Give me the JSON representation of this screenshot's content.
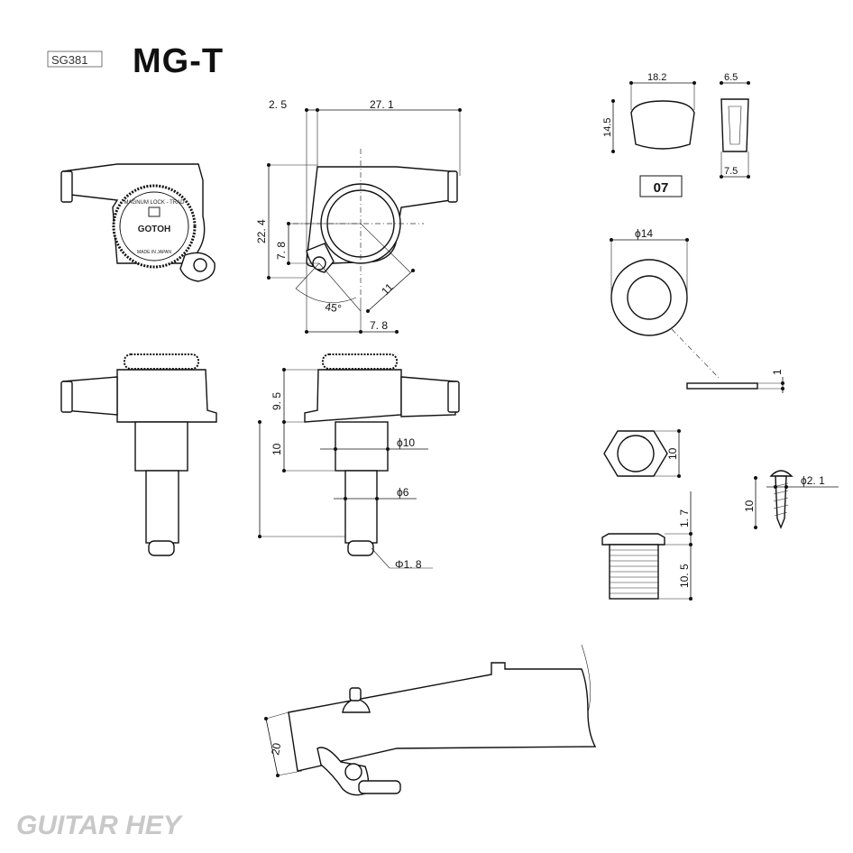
{
  "header": {
    "model_code": "SG381",
    "title": "MG-T"
  },
  "knob": {
    "ring_line1": "MAGNUM LOCK - TRAD",
    "brand": "GOTOH",
    "ring_line2": "MADE IN JAPAN"
  },
  "dimensions": {
    "top_left_offset": "2. 5",
    "top_width": "27. 1",
    "height_total": "22. 4",
    "hole_height": "7. 8",
    "angle": "45°",
    "bottom_offset": "7. 8",
    "diag": "11",
    "side_height": "9. 5",
    "shaft_length": "10",
    "shaft_dia": "ϕ10",
    "post_dia": "ϕ6",
    "hole_dia": "Φ1. 8",
    "button_width": "18.2",
    "button_height": "14.5",
    "button_depth_top": "6.5",
    "button_depth_bottom": "7.5",
    "button_code": "07",
    "washer_dia": "ϕ14",
    "washer_thickness": "1",
    "nut_size": "10",
    "bushing_flange": "1. 7",
    "bushing_length": "10. 5",
    "screw_length": "10",
    "screw_dia": "ϕ2. 1",
    "headstock_offset": "20"
  },
  "footer": {
    "watermark": "GUITAR HEY"
  }
}
